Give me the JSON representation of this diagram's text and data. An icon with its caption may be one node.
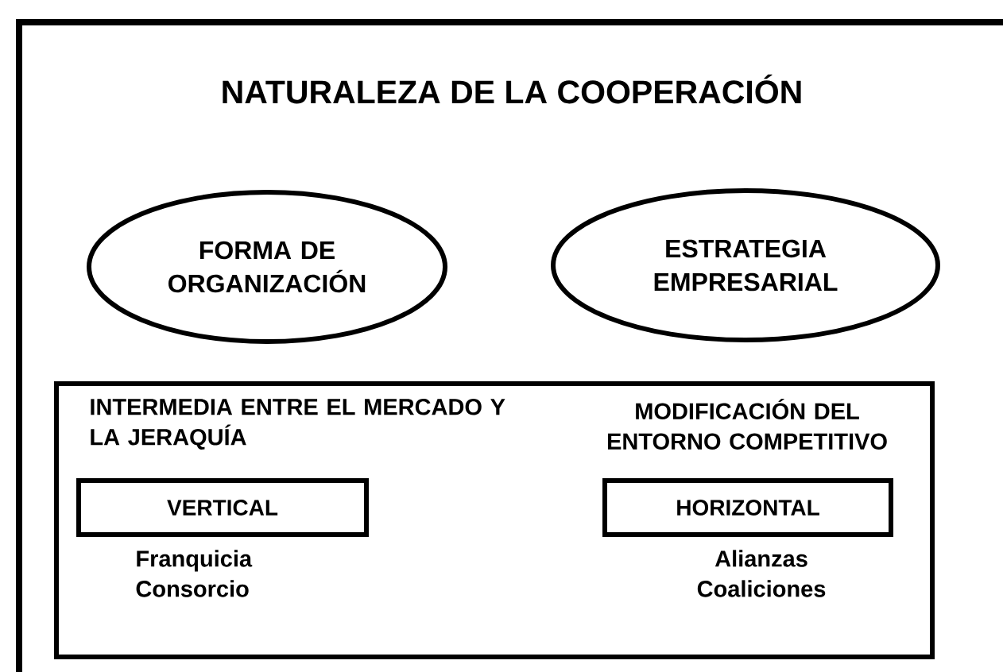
{
  "diagram": {
    "nodes": [
      {
        "text": [
          "NATURALEZA DE LA COOPERACIÓN"
        ]
      },
      {
        "text": [
          "FORMA DE ORGANIZACIÓN"
        ],
        "in": 0
      },
      {
        "text": [
          "ESTRATEGIA EMPRESARIAL"
        ],
        "in": 0
      },
      {
        "text": [],
        "shape": "box",
        "in": 0
      },
      {
        "text": [
          "VERTICAL"
        ],
        "in": 3,
        "beside": [
          "INTERMEDIA ENTRE EL MERCADO Y LA JERAQUÍA",
          "Franquicia Consorcio"
        ]
      },
      {
        "text": [
          "HORIZONTAL"
        ],
        "in": 3,
        "beside": [
          "MODIFICACIÓN DEL ENTORNO COMPETITIVO",
          "Alianzas Coaliciones"
        ]
      }
    ]
  }
}
